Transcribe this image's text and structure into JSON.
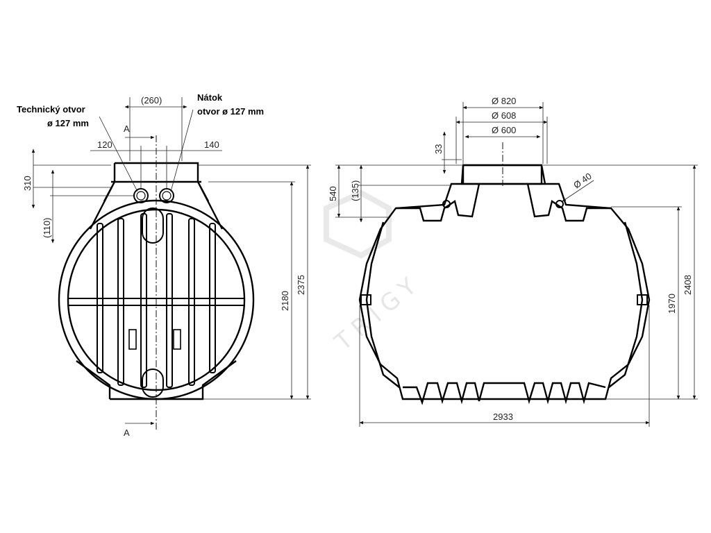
{
  "labels": {
    "tech_opening": [
      "Technický otvor",
      "ø 127 mm"
    ],
    "inlet": [
      "Nátok",
      "otvor ø 127 mm"
    ],
    "section_mark": "A",
    "watermark": "TRIGY"
  },
  "side_view": {
    "dim_top_width": "(260)",
    "dim_left_offset": "120",
    "dim_right_offset": "140",
    "dim_neck_height": "310",
    "dim_pipe_offset": "(110)",
    "dim_height_inner": "2180",
    "dim_height_total": "2375"
  },
  "front_view": {
    "dim_d820": "Ø 820",
    "dim_d608": "Ø 608",
    "dim_d600": "Ø 600",
    "dim_33": "33",
    "dim_135": "(135)",
    "dim_540": "540",
    "dim_d40": "Ø 40",
    "dim_height_inner": "1970",
    "dim_height_total": "2408",
    "dim_length": "2933"
  }
}
